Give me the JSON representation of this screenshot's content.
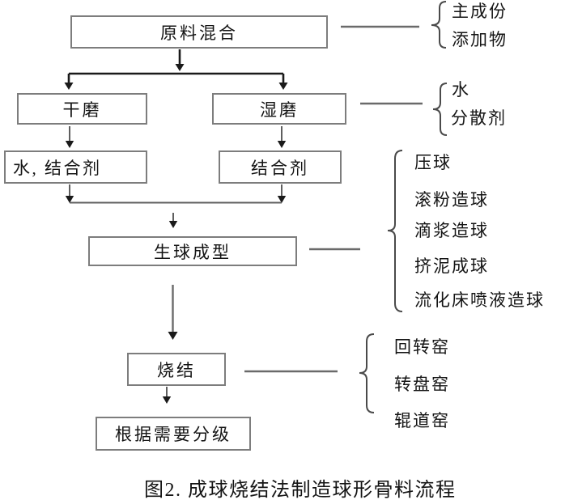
{
  "figure": {
    "caption": "图2. 成球烧结法制造球形骨料流程"
  },
  "nodes": {
    "mix": "原料混合",
    "dry_mill": "干磨",
    "wet_mill": "湿磨",
    "water_binder": "水, 结合剂",
    "binder": "结合剂",
    "green_ball_forming": "生球成型",
    "sinter": "烧结",
    "classify": "根据需要分级"
  },
  "annotations": {
    "mix_inputs": {
      "items": [
        "主成份",
        "添加物"
      ]
    },
    "wet_mill_inputs": {
      "items": [
        "水",
        "分散剂"
      ]
    },
    "forming_methods": {
      "items": [
        "压球",
        "滚粉造球",
        "滴浆造球",
        "挤泥成球",
        "流化床喷液造球"
      ]
    },
    "kiln_types": {
      "items": [
        "回转窑",
        "转盘窑",
        "辊道窑"
      ]
    }
  },
  "colors": {
    "background": "#ffffff",
    "box_border": "#7d7d7d",
    "arrow_head": "#1a1a1a",
    "flow_line_dark": "#1a1a1a",
    "flow_line_gray": "#6a6a6a",
    "brace": "#4a4a4a",
    "text": "#141414"
  }
}
